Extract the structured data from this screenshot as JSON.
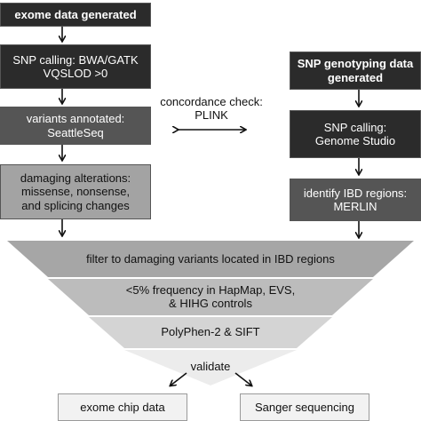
{
  "left_column": {
    "header": "exome data generated",
    "step1": "SNP calling: BWA/GATK\nVQSLOD >0",
    "step2": "variants annotated:\nSeattleSeq",
    "step3": "damaging alterations:\nmissense, nonsense,\nand splicing changes"
  },
  "right_column": {
    "header": "SNP genotyping data\ngenerated",
    "step1": "SNP calling:\nGenome Studio",
    "step2": "identify IBD regions:\nMERLIN"
  },
  "concordance": "concordance check:\nPLINK",
  "funnel": {
    "level1": "filter to damaging variants located in IBD regions",
    "level2": "<5% frequency in HapMap, EVS,\n& HIHG controls",
    "level3": "PolyPhen-2 & SIFT",
    "level4": "validate"
  },
  "outputs": {
    "left": "exome chip data",
    "right": "Sanger sequencing"
  }
}
